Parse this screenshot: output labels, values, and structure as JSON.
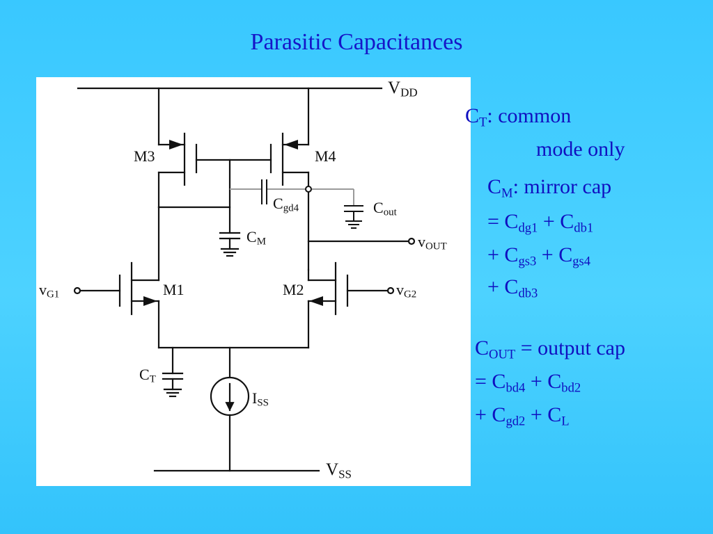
{
  "title": "Parasitic Capacitances",
  "circuit": {
    "vdd": {
      "main": "V",
      "sub": "DD"
    },
    "vss": {
      "main": "V",
      "sub": "SS"
    },
    "m3": "M3",
    "m4": "M4",
    "m1": "M1",
    "m2": "M2",
    "cgd4": {
      "main": "C",
      "sub": "gd4"
    },
    "cout": {
      "main": "C",
      "sub": "out"
    },
    "cm": {
      "main": "C",
      "sub": "M"
    },
    "ct": {
      "main": "C",
      "sub": "T"
    },
    "vout": {
      "main": "v",
      "sub": "OUT"
    },
    "vg1": {
      "main": "v",
      "sub": "G1"
    },
    "vg2": {
      "main": "v",
      "sub": "G2"
    },
    "iss": {
      "main": "I",
      "sub": "SS"
    }
  },
  "notes": {
    "ct": {
      "sym": "C",
      "sub": "T",
      "text1": ": common",
      "text2": "mode only"
    },
    "cm": {
      "sym": "C",
      "sub": "M",
      "text1": ": mirror cap",
      "l2_prefix": " = C",
      "l2_sub1": "dg1",
      "l2_mid": " + C",
      "l2_sub2": "db1",
      "l3_prefix": "+ C",
      "l3_sub1": "gs3",
      "l3_mid": " + C",
      "l3_sub2": "gs4",
      "l4_prefix": "+ C",
      "l4_sub1": "db3"
    },
    "cout": {
      "sym": "C",
      "sub": "OUT",
      "text1": " = output cap",
      "l2_prefix": "= C",
      "l2_sub1": "bd4",
      "l2_mid": " + C",
      "l2_sub2": "bd2",
      "l3_prefix": "+ C",
      "l3_sub1": "gd2",
      "l3_mid": " + C",
      "l3_sub2": "L"
    }
  }
}
